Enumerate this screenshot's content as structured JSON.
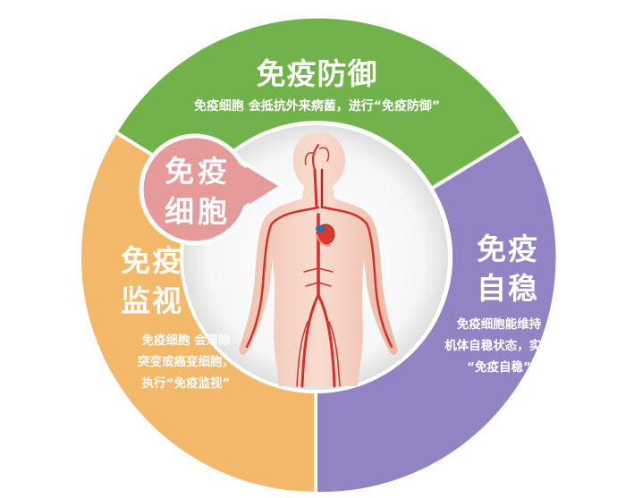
{
  "diagram": {
    "segments": {
      "top": {
        "title": "免疫防御",
        "description": "免疫细胞 会抵抗外来病菌，进行“免疫防御”",
        "color": "#72b24a"
      },
      "right": {
        "title_line1": "免疫",
        "title_line2": "自稳",
        "desc_line1": "免疫细胞能维持",
        "desc_line2": "机体自稳状态，实现",
        "desc_line3": "“免疫自稳”",
        "color": "#9283c5"
      },
      "left": {
        "title_line1": "免疫",
        "title_line2": "监视",
        "desc_line1": "免疫细胞 会清除",
        "desc_line2": "突变或癌变细胞，",
        "desc_line3": "执行“免疫监视”",
        "color": "#f4b86a"
      }
    },
    "center_bubble": {
      "line1": "免疫",
      "line2": "细胞",
      "color": "#e79a9a"
    },
    "figure_icon": "human-body-circulatory-icon"
  }
}
